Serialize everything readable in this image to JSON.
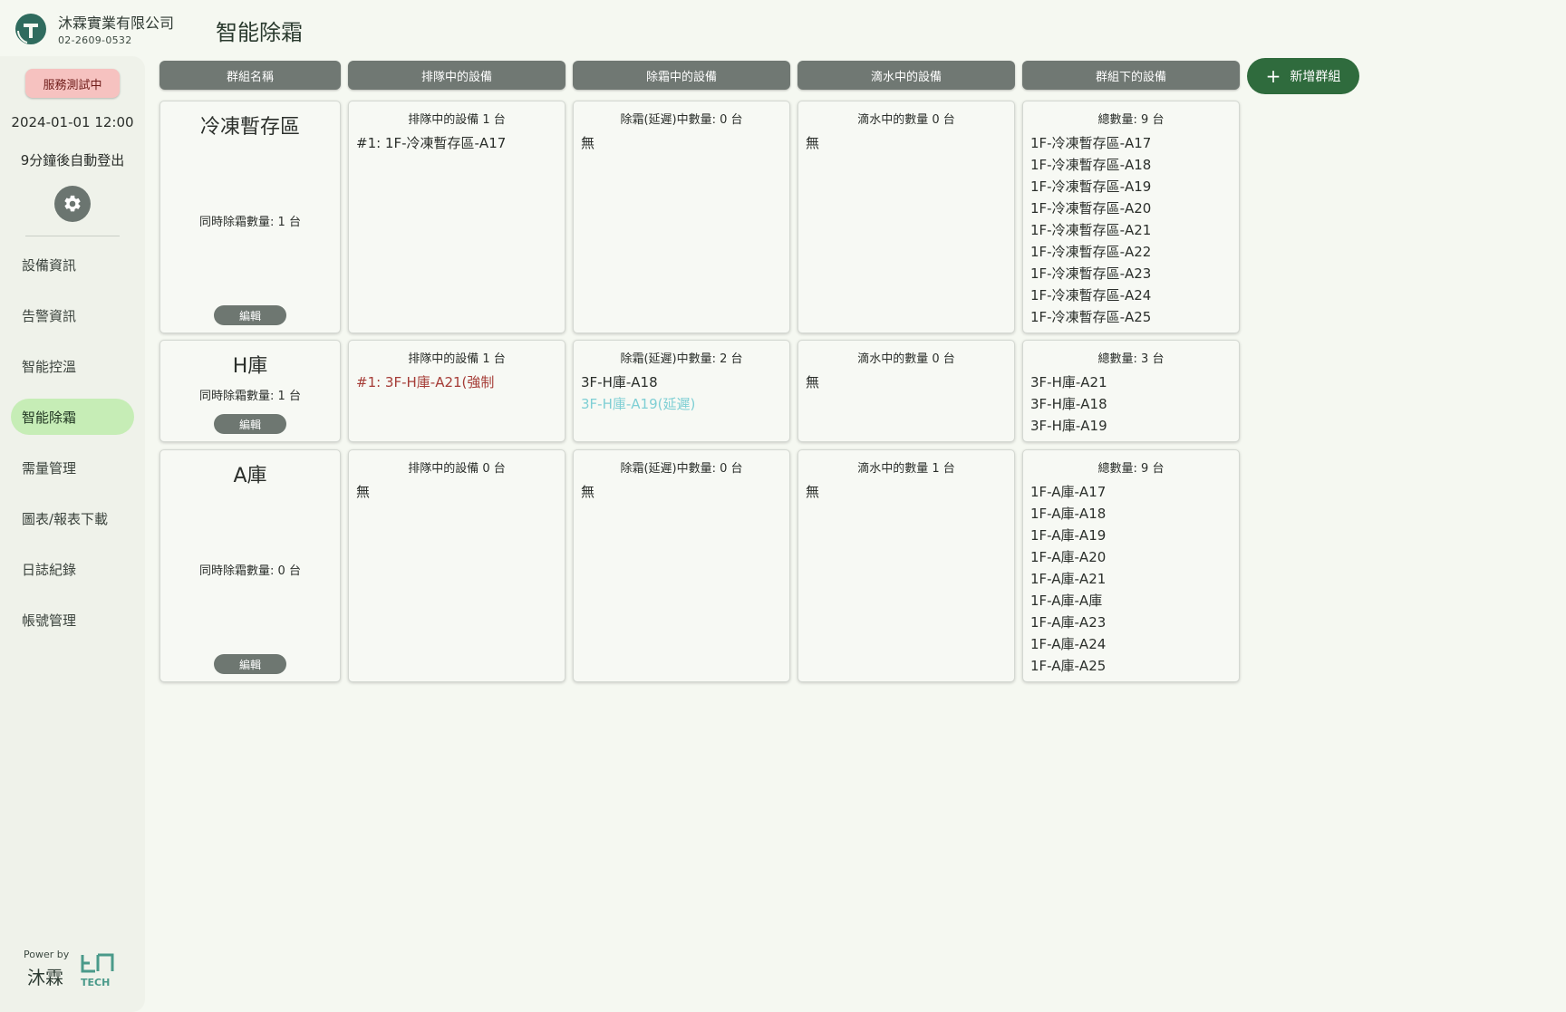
{
  "header": {
    "company_name": "沐霖實業有限公司",
    "company_phone": "02-2609-0532",
    "page_title": "智能除霜"
  },
  "sidebar": {
    "test_badge": "服務測試中",
    "datetime": "2024-01-01 12:00",
    "logout_note": "9分鐘後自動登出",
    "settings_icon": "gear-icon",
    "items": [
      {
        "label": "設備資訊",
        "active": false
      },
      {
        "label": "告警資訊",
        "active": false
      },
      {
        "label": "智能控溫",
        "active": false
      },
      {
        "label": "智能除霜",
        "active": true
      },
      {
        "label": "需量管理",
        "active": false
      },
      {
        "label": "圖表/報表下載",
        "active": false
      },
      {
        "label": "日誌紀錄",
        "active": false
      },
      {
        "label": "帳號管理",
        "active": false
      }
    ],
    "powered_by": "Power by",
    "powered_name": "沐霖",
    "powered_logo_text": "TECH"
  },
  "columns": {
    "group_name": "群組名稱",
    "queued": "排隊中的設備",
    "defrosting": "除霜中的設備",
    "dripping": "滴水中的設備",
    "devices": "群組下的設備"
  },
  "add_group_label": "新增群組",
  "edit_label": "編輯",
  "groups": [
    {
      "name": "冷凍暫存區",
      "simultaneous": "同時除霜數量: 1 台",
      "queued_title": "排隊中的設備 1 台",
      "queued_items": [
        {
          "text": "#1: 1F-冷凍暫存區-A17",
          "style": "normal"
        }
      ],
      "defrost_title": "除霜(延遲)中數量: 0 台",
      "defrost_items": [
        {
          "text": "無",
          "style": "normal"
        }
      ],
      "drip_title": "滴水中的數量 0 台",
      "drip_items": [
        {
          "text": "無",
          "style": "normal"
        }
      ],
      "devices_title": "總數量: 9 台",
      "device_items": [
        "1F-冷凍暫存區-A17",
        "1F-冷凍暫存區-A18",
        "1F-冷凍暫存區-A19",
        "1F-冷凍暫存區-A20",
        "1F-冷凍暫存區-A21",
        "1F-冷凍暫存區-A22",
        "1F-冷凍暫存區-A23",
        "1F-冷凍暫存區-A24",
        "1F-冷凍暫存區-A25"
      ]
    },
    {
      "name": "H庫",
      "simultaneous": "同時除霜數量: 1 台",
      "queued_title": "排隊中的設備 1 台",
      "queued_items": [
        {
          "text": "#1: 3F-H庫-A21(強制",
          "style": "forced"
        }
      ],
      "defrost_title": "除霜(延遲)中數量: 2 台",
      "defrost_items": [
        {
          "text": "3F-H庫-A18",
          "style": "normal"
        },
        {
          "text": "3F-H庫-A19(延遲)",
          "style": "delayed"
        }
      ],
      "drip_title": "滴水中的數量 0 台",
      "drip_items": [
        {
          "text": "無",
          "style": "normal"
        }
      ],
      "devices_title": "總數量: 3 台",
      "device_items": [
        "3F-H庫-A21",
        "3F-H庫-A18",
        "3F-H庫-A19"
      ]
    },
    {
      "name": "A庫",
      "simultaneous": "同時除霜數量: 0 台",
      "queued_title": "排隊中的設備 0 台",
      "queued_items": [
        {
          "text": "無",
          "style": "normal"
        }
      ],
      "defrost_title": "除霜(延遲)中數量: 0 台",
      "defrost_items": [
        {
          "text": "無",
          "style": "normal"
        }
      ],
      "drip_title": "滴水中的數量 1 台",
      "drip_items": [
        {
          "text": "無",
          "style": "normal"
        }
      ],
      "devices_title": "總數量: 9 台",
      "device_items": [
        "1F-A庫-A17",
        "1F-A庫-A18",
        "1F-A庫-A19",
        "1F-A庫-A20",
        "1F-A庫-A21",
        "1F-A庫-A庫",
        "1F-A庫-A23",
        "1F-A庫-A24",
        "1F-A庫-A25"
      ]
    }
  ],
  "colors": {
    "accent": "#2f6b3d",
    "nav_active": "#c6edb6",
    "header_chip": "#707873",
    "badge": "#f6c2c0",
    "forced_text": "#a53c36",
    "delayed_text": "#7fcfd4"
  }
}
